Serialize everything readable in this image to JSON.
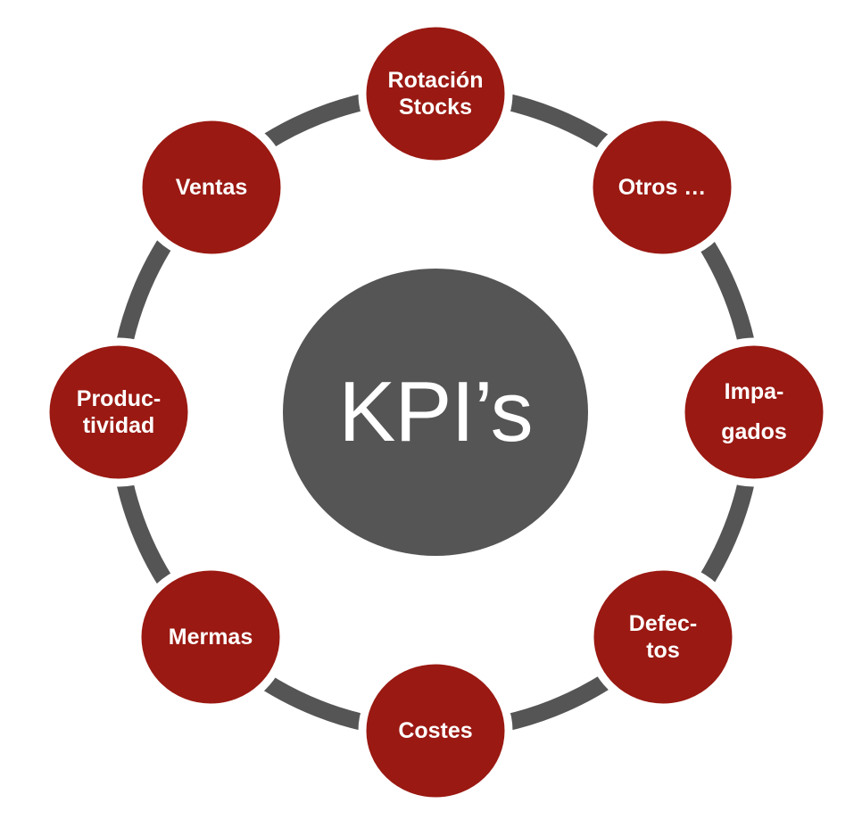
{
  "diagram": {
    "title": "KPI wheel",
    "center": {
      "label": "KPI’s"
    },
    "nodes": [
      {
        "id": "rotacion-stocks",
        "label": "Rotación\nStocks"
      },
      {
        "id": "otros",
        "label": "Otros …"
      },
      {
        "id": "impagados",
        "label": "Impa-\ngados"
      },
      {
        "id": "defectos",
        "label": "Defec-\ntos"
      },
      {
        "id": "costes",
        "label": "Costes"
      },
      {
        "id": "mermas",
        "label": "Mermas"
      },
      {
        "id": "productividad",
        "label": "Produc-\ntividad"
      },
      {
        "id": "ventas",
        "label": "Ventas"
      }
    ],
    "colors": {
      "node_fill": "#9A1912",
      "ring": "#555555",
      "center_fill": "#555555",
      "label_text": "#FFFFFF",
      "background": "#FFFFFF"
    }
  }
}
